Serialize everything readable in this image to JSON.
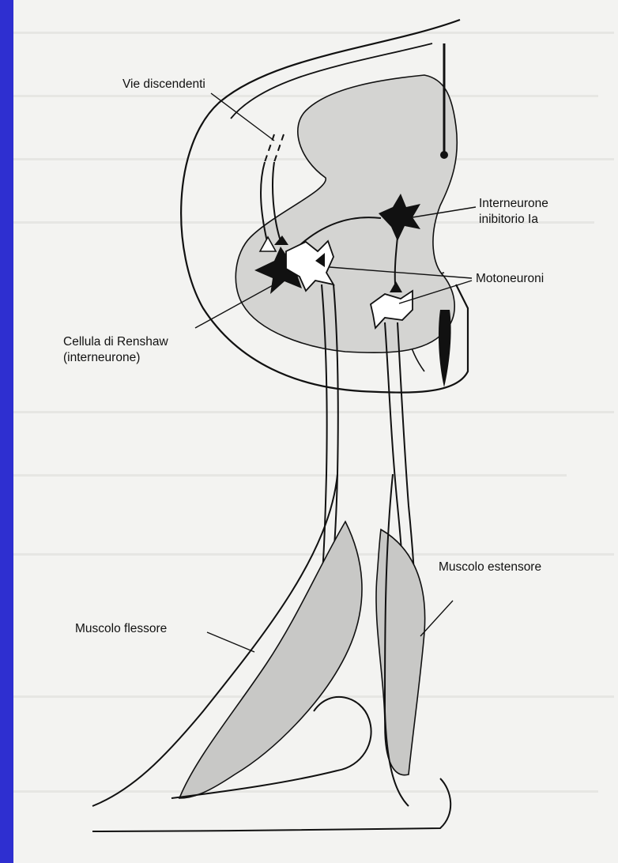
{
  "labels": {
    "vie_discendenti": "Vie discendenti",
    "interneurone_line1": "Interneurone",
    "interneurone_line2": "inibitorio Ia",
    "motoneuroni": "Motoneuroni",
    "renshaw_line1": "Cellula di Renshaw",
    "renshaw_line2": "(interneurone)",
    "muscolo_estensore": "Muscolo estensore",
    "muscolo_flessore": "Muscolo flessore"
  },
  "colors": {
    "frame": "#2e2fd0",
    "paper": "#f3f3f1",
    "grey_matter": "#d4d4d2",
    "muscle": "#c8c8c6",
    "ink": "#111111"
  }
}
